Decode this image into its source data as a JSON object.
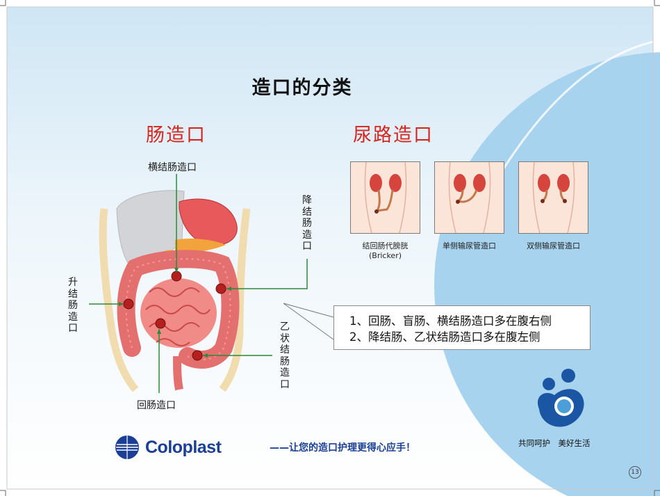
{
  "title": "造口的分类",
  "sections": {
    "intestinal": "肠造口",
    "urinary": "尿路造口"
  },
  "labels": {
    "transverse": "横结肠造口",
    "descending": "降结肠造口",
    "ascending": "升结肠造口",
    "sigmoid": "乙状结肠造口",
    "ileum": "回肠造口"
  },
  "urinary_captions": [
    "结回肠代膀胱\n(Bricker)",
    "单侧输尿管造口",
    "双侧输尿管造口"
  ],
  "notes": [
    "1、回肠、盲肠、横结肠造口多在腹右侧",
    "2、降结肠、乙状结肠造口多在腹左侧"
  ],
  "brand": {
    "name": "Coloplast",
    "slogan": "——让您的造口护理更得心应手！"
  },
  "care_text": "共同呵护　美好生活",
  "page_number": "13",
  "colors": {
    "section_red": "#d7241e",
    "brand_blue": "#1b3f95",
    "leader_green": "#2a8a3a",
    "bg_blue": "#a8d3ef"
  },
  "icons": [
    "coloplast-logo-icon",
    "family-care-logo-icon",
    "digestive-anatomy-illustration",
    "kidney-illustration"
  ]
}
